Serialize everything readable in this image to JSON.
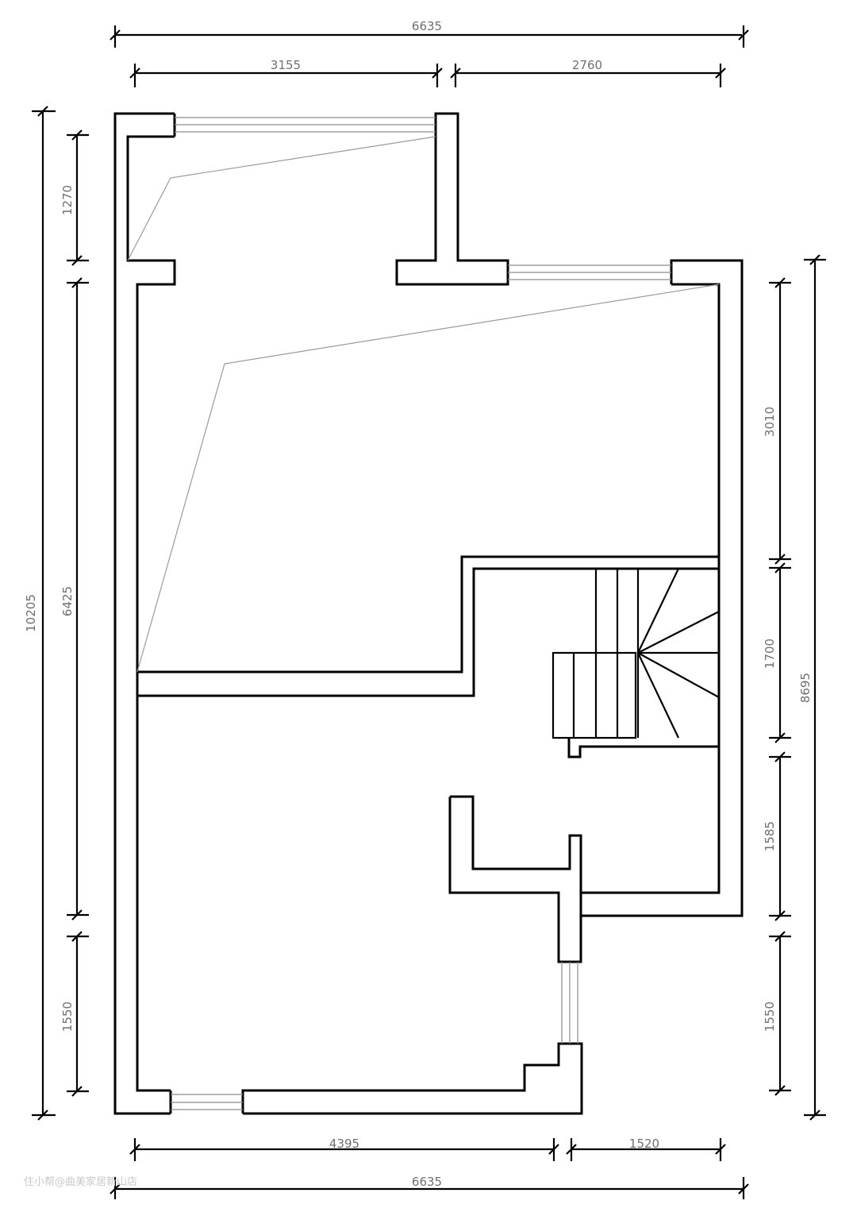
{
  "drawing": {
    "type": "floor-plan",
    "dimensions": {
      "top_total": "6635",
      "top_left": "3155",
      "top_right": "2760",
      "bottom_left": "4395",
      "bottom_right": "1520",
      "bottom_total": "6635",
      "left_total": "10205",
      "left_top": "1270",
      "left_middle": "6425",
      "left_bottom": "1550",
      "right_total": "8695",
      "right_1": "3010",
      "right_2": "1700",
      "right_3": "1585",
      "right_4": "1550"
    },
    "watermark": "住小帮@曲美家居新山店"
  }
}
